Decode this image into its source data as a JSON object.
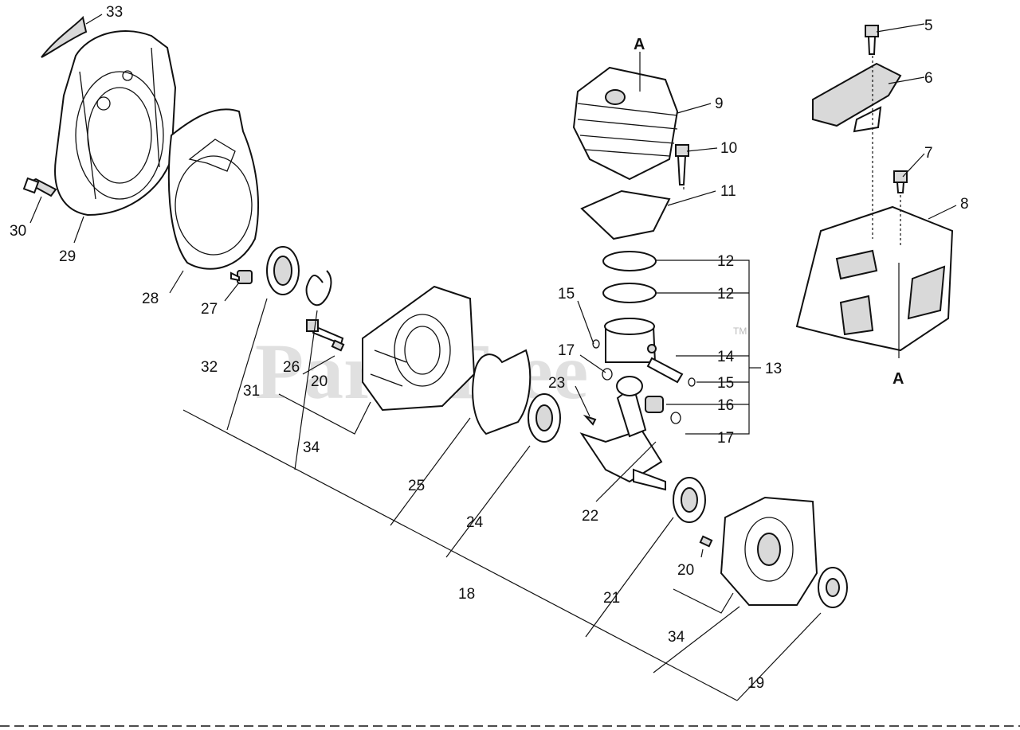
{
  "callouts": {
    "c33": "33",
    "c5": "5",
    "c6": "6",
    "c7": "7",
    "c8": "8",
    "c9": "9",
    "c10": "10",
    "c11": "11",
    "c12a": "12",
    "c12b": "12",
    "c13": "13",
    "c14": "14",
    "c15a": "15",
    "c15b": "15",
    "c16": "16",
    "c17a": "17",
    "c17b": "17",
    "c18": "18",
    "c19": "19",
    "c20a": "20",
    "c20b": "20",
    "c21": "21",
    "c22": "22",
    "c23": "23",
    "c24": "24",
    "c25": "25",
    "c26": "26",
    "c27": "27",
    "c28": "28",
    "c29": "29",
    "c30": "30",
    "c31": "31",
    "c32": "32",
    "c34a": "34",
    "c34b": "34",
    "markA1": "A",
    "markA2": "A"
  },
  "watermark": {
    "brand": "PartsTree",
    "trademark": "TM"
  }
}
